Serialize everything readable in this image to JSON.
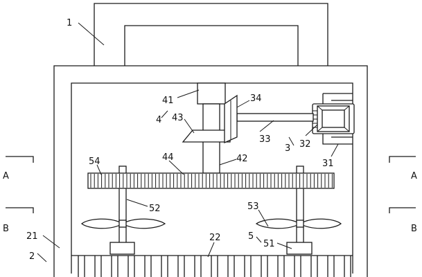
{
  "labels": {
    "l1": "1",
    "l2": "2",
    "l21": "21",
    "l22": "22",
    "l3": "3",
    "l31": "31",
    "l32": "32",
    "l33": "33",
    "l34": "34",
    "l4": "4",
    "l41": "41",
    "l42": "42",
    "l43": "43",
    "l44": "44",
    "l5": "5",
    "l51": "51",
    "l52": "52",
    "l53": "53",
    "l54": "54",
    "secA_left": "A",
    "secA_right": "A",
    "secB_left": "B",
    "secB_right": "B"
  }
}
